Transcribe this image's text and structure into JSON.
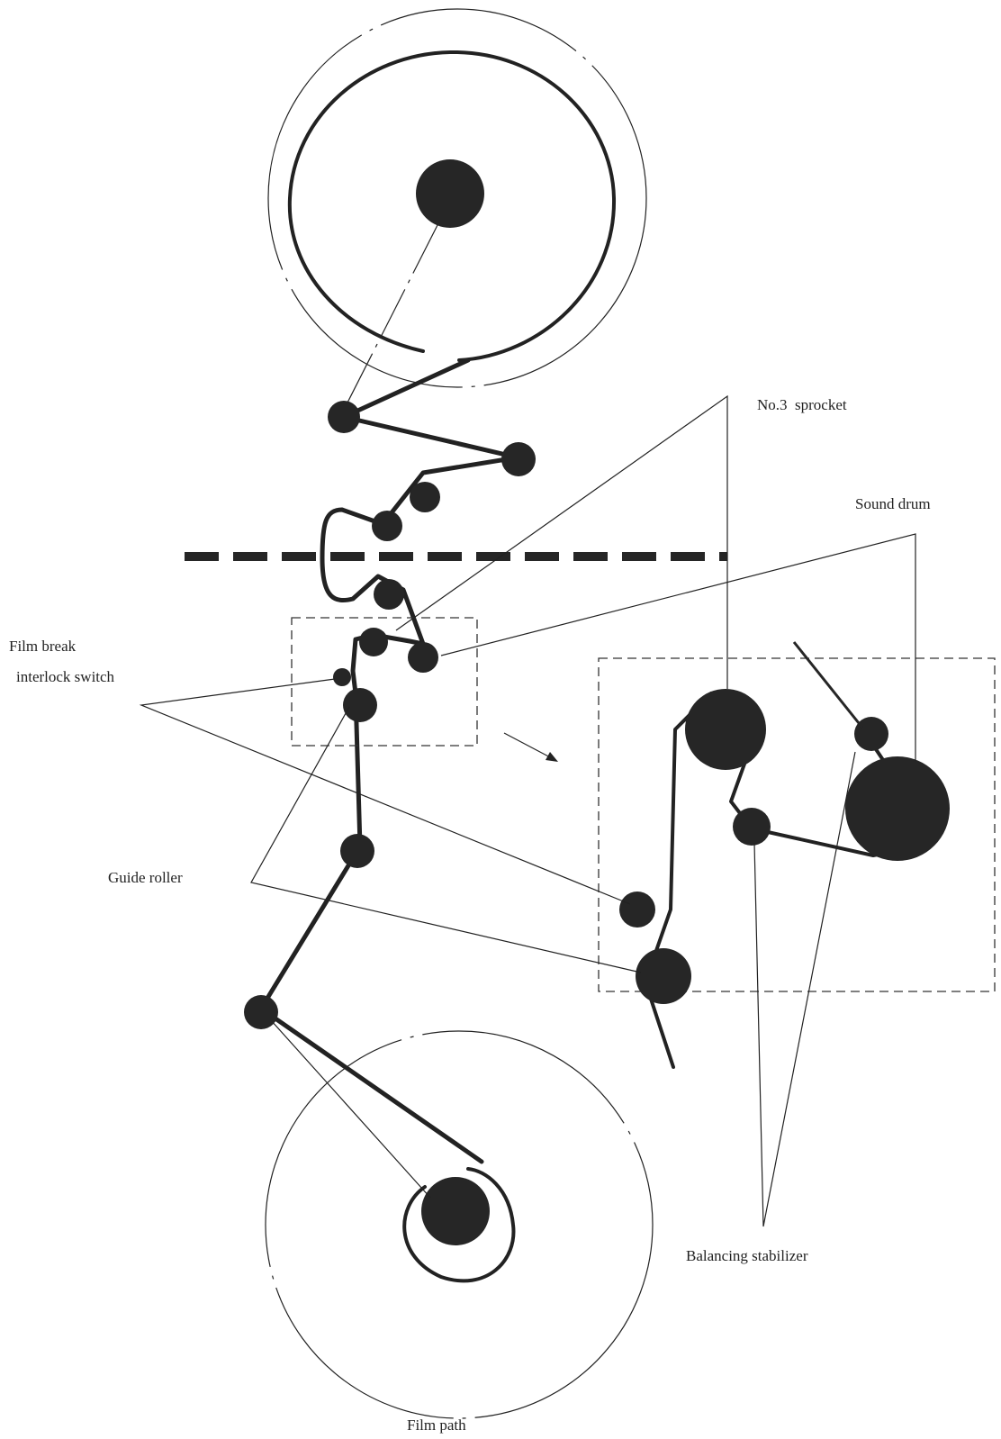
{
  "labels": {
    "no3_sprocket": "No.3  sprocket",
    "sound_drum": "Sound drum",
    "film_break_line1": "Film break",
    "film_break_line2": "interlock switch",
    "guide_roller": "Guide roller",
    "balancing_stabilizer": "Balancing stabilizer",
    "film_path": "Film path"
  }
}
